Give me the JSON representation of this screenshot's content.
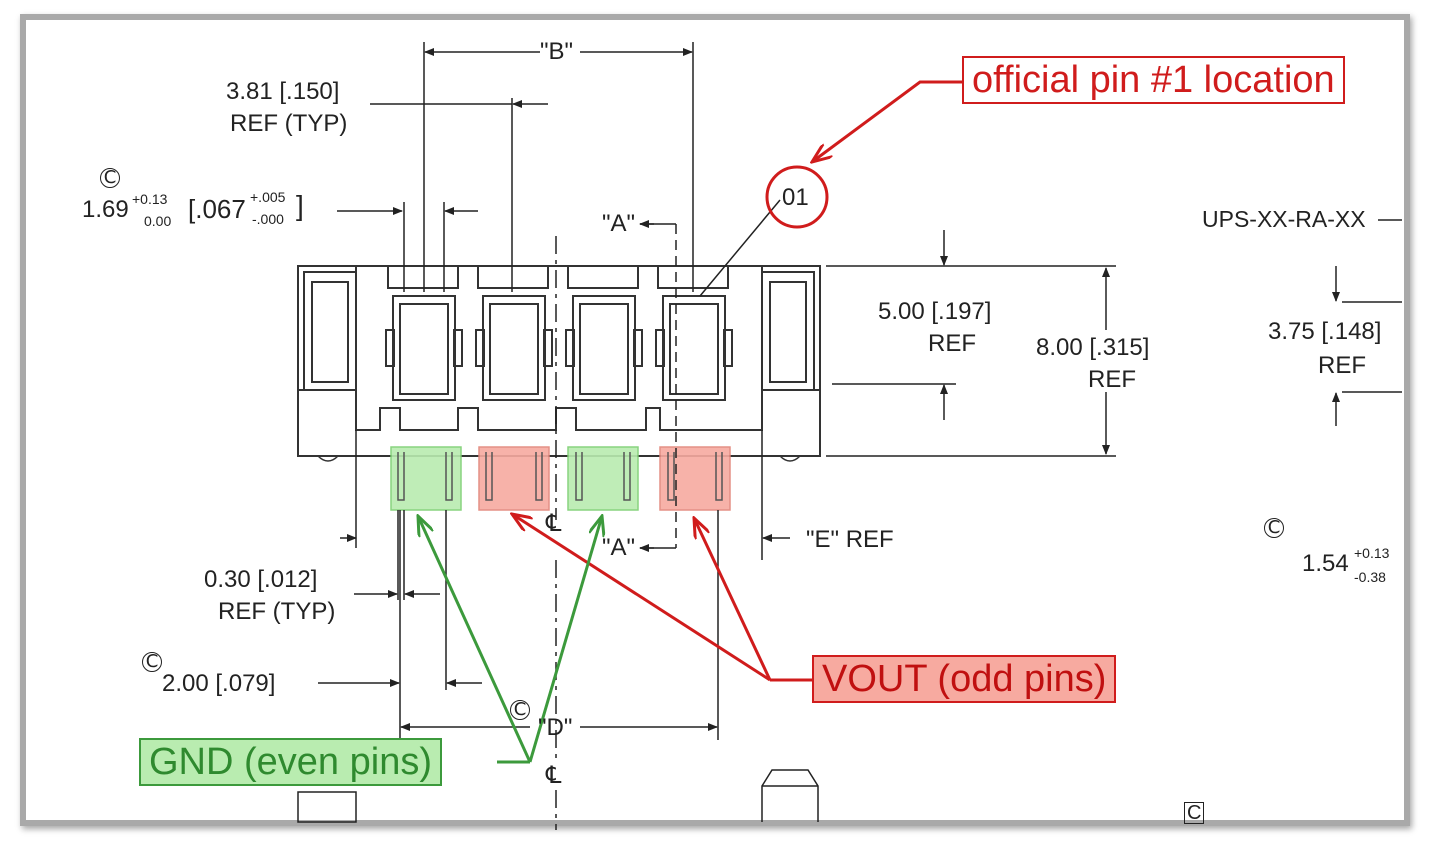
{
  "dimensions": {
    "top_left_1": {
      "value": "3.81",
      "alt": "[.150]",
      "note": "REF (TYP)"
    },
    "top_left_2": {
      "value": "1.69",
      "tol_plus": "+0.13",
      "tol_minus": "0.00",
      "alt": "[.067",
      "alt_plus": "+.005",
      "alt_minus": "-.000",
      "alt_close": "]"
    },
    "b_label": "\"B\"",
    "a_label_top": "\"A\"",
    "a_label_bottom": "\"A\"",
    "d_label": "\"D\"",
    "e_label": "\"E\" REF",
    "pin_num": "01",
    "height_5": {
      "value": "5.00",
      "alt": "[.197]",
      "note": "REF"
    },
    "height_8": {
      "value": "8.00",
      "alt": "[.315]",
      "note": "REF"
    },
    "part_number": "UPS-XX-RA-XX",
    "right_375": {
      "value": "3.75",
      "alt": "[.148]",
      "note": "REF"
    },
    "right_154": {
      "value": "1.54",
      "tol_plus": "+0.13",
      "tol_minus": "-0.38"
    },
    "pin_thick": {
      "value": "0.30",
      "alt": "[.012]",
      "note": "REF (TYP)"
    },
    "pitch": {
      "value": "2.00",
      "alt": "[.079]"
    },
    "centerline": "℄",
    "c_symbol": "C",
    "c_box": "C"
  },
  "callouts": {
    "pin1": "official pin #1 location",
    "vout": "VOUT (odd pins)",
    "gnd": "GND (even pins)"
  },
  "colors": {
    "red": "#d01c1c",
    "green": "#3c9a3c",
    "red_fill": "#f7aaa0",
    "green_fill": "#b9ecb0"
  }
}
